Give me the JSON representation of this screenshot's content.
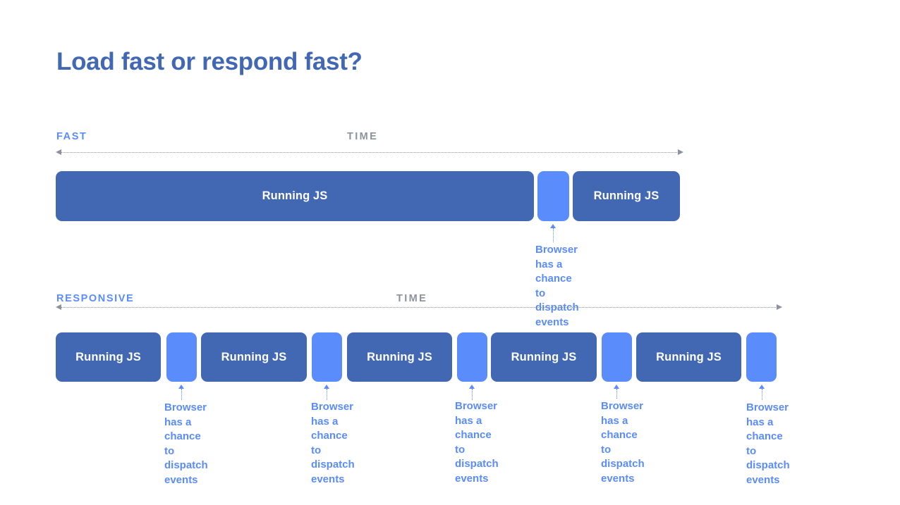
{
  "slide": {
    "background_color": "#ffffff",
    "title": "Load fast or respond fast?",
    "title_color": "#4268b3"
  },
  "colors": {
    "running_js_block": "#4268b3",
    "gap_block": "#5b8cfb",
    "accent_blue": "#5b8cfb",
    "axis_gray": "#8d919c",
    "block_label": "#ffffff"
  },
  "sections": [
    {
      "id": "fast",
      "label": "FAST",
      "time_label": "TIME",
      "blocks": [
        {
          "type": "js",
          "label": "Running JS"
        },
        {
          "type": "gap",
          "label": ""
        },
        {
          "type": "js",
          "label": "Running JS"
        }
      ],
      "callouts": [
        {
          "text": "Browser has a\nchance to\ndispatch events"
        }
      ]
    },
    {
      "id": "responsive",
      "label": "RESPONSIVE",
      "time_label": "TIME",
      "blocks": [
        {
          "type": "js",
          "label": "Running JS"
        },
        {
          "type": "gap",
          "label": ""
        },
        {
          "type": "js",
          "label": "Running JS"
        },
        {
          "type": "gap",
          "label": ""
        },
        {
          "type": "js",
          "label": "Running JS"
        },
        {
          "type": "gap",
          "label": ""
        },
        {
          "type": "js",
          "label": "Running JS"
        },
        {
          "type": "gap",
          "label": ""
        },
        {
          "type": "js",
          "label": "Running JS"
        },
        {
          "type": "gap",
          "label": ""
        }
      ],
      "callouts": [
        {
          "text": "Browser has a\nchance to\ndispatch events"
        },
        {
          "text": "Browser has a\nchance to\ndispatch events"
        },
        {
          "text": "Browser has a\nchance to\ndispatch events"
        },
        {
          "text": "Browser has a\nchance to\ndispatch events"
        },
        {
          "text": "Browser has a\nchance to\ndispatch events"
        }
      ]
    }
  ]
}
